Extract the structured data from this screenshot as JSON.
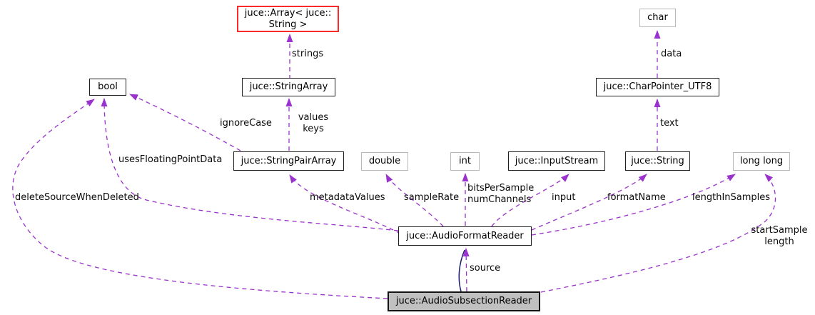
{
  "diagram": {
    "type": "doxygen-collaboration-graph",
    "main_class": "juce::AudioSubsectionReader",
    "colors": {
      "member_edge_purple": "#9a32cd",
      "inheritance_edge_blue": "#191970",
      "truncated_node_border_red": "#fb2a2a",
      "class_node_border_black": "#1f1f1f",
      "primitive_node_border_gray": "#b9b9b9",
      "main_node_fill_gray": "#c0c0c0",
      "background": "#ffffff"
    },
    "nodes": [
      {
        "id": "array-string",
        "label": "juce::Array< juce::\nString >"
      },
      {
        "id": "char",
        "label": "char"
      },
      {
        "id": "bool",
        "label": "bool"
      },
      {
        "id": "string-array",
        "label": "juce::StringArray"
      },
      {
        "id": "charpointer-utf8",
        "label": "juce::CharPointer_UTF8"
      },
      {
        "id": "string-pair-array",
        "label": "juce::StringPairArray"
      },
      {
        "id": "double",
        "label": "double"
      },
      {
        "id": "int",
        "label": "int"
      },
      {
        "id": "input-stream",
        "label": "juce::InputStream"
      },
      {
        "id": "string",
        "label": "juce::String"
      },
      {
        "id": "long-long",
        "label": "long long"
      },
      {
        "id": "audio-format-reader",
        "label": "juce::AudioFormatReader"
      },
      {
        "id": "audio-subsection-reader",
        "label": "juce::AudioSubsectionReader"
      }
    ],
    "edges": [
      {
        "from": "juce::StringArray",
        "to": "juce::Array< juce::String >",
        "label": "strings",
        "style": "dashed"
      },
      {
        "from": "juce::StringPairArray",
        "to": "juce::StringArray",
        "label": "values\nkeys",
        "style": "dashed"
      },
      {
        "from": "juce::StringPairArray",
        "to": "bool",
        "label": "ignoreCase",
        "style": "dashed"
      },
      {
        "from": "juce::AudioFormatReader",
        "to": "bool",
        "label": "usesFloatingPointData",
        "style": "dashed"
      },
      {
        "from": "juce::AudioSubsectionReader",
        "to": "bool",
        "label": "deleteSourceWhenDeleted",
        "style": "dashed"
      },
      {
        "from": "juce::AudioFormatReader",
        "to": "juce::StringPairArray",
        "label": "metadataValues",
        "style": "dashed"
      },
      {
        "from": "juce::AudioFormatReader",
        "to": "double",
        "label": "sampleRate",
        "style": "dashed"
      },
      {
        "from": "juce::AudioFormatReader",
        "to": "int",
        "label": "bitsPerSample\nnumChannels",
        "style": "dashed"
      },
      {
        "from": "juce::AudioFormatReader",
        "to": "juce::InputStream",
        "label": "input",
        "style": "dashed"
      },
      {
        "from": "juce::AudioFormatReader",
        "to": "juce::String",
        "label": "formatName",
        "style": "dashed"
      },
      {
        "from": "juce::AudioFormatReader",
        "to": "long long",
        "label": "lengthInSamples",
        "style": "dashed"
      },
      {
        "from": "juce::String",
        "to": "juce::CharPointer_UTF8",
        "label": "text",
        "style": "dashed"
      },
      {
        "from": "juce::CharPointer_UTF8",
        "to": "char",
        "label": "data",
        "style": "dashed"
      },
      {
        "from": "juce::AudioSubsectionReader",
        "to": "long long",
        "label": "startSample\nlength",
        "style": "dashed"
      },
      {
        "from": "juce::AudioSubsectionReader",
        "to": "juce::AudioFormatReader",
        "label": "source",
        "style": "dashed"
      },
      {
        "from": "juce::AudioSubsectionReader",
        "to": "juce::AudioFormatReader",
        "label": "",
        "style": "solid-inheritance"
      }
    ]
  }
}
